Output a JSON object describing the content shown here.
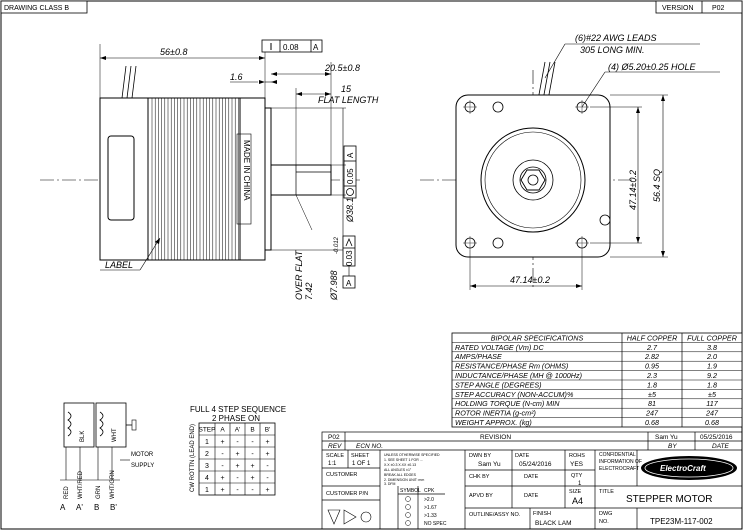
{
  "header": {
    "drawing_class": "DRAWING CLASS B",
    "version_label": "VERSION",
    "version_value": "P02"
  },
  "side_view": {
    "dim_length": "56±0.8",
    "dim_shaft": "20.5±0.8",
    "dim_flat": "15",
    "flat_length_label": "FLAT LENGTH",
    "dim_pilot": "1.6",
    "flatness_value": "0.08",
    "datum_a": "A",
    "made_in": "MADE IN CHINA",
    "pilot_dia": "Ø38.1±0.05",
    "pilot_tol": "0.05",
    "shaft_dia": "Ø7.988",
    "shaft_dia_tol": "-0.012",
    "shaft_tol": "0.03",
    "flat_dim": "7.42",
    "over_flat": "OVER FLAT",
    "label_tag": "LABEL"
  },
  "front_view": {
    "leads": "(6)#22 AWG LEADS",
    "leads_len": "305 LONG MIN.",
    "holes": "(4) Ø5.20±0.25 HOLE",
    "bolt_circle": "47.14±0.2",
    "square": "56.4 SQ",
    "bottom_dim": "47.14±0.2"
  },
  "specs": {
    "headers": [
      "BIPOLAR SPECIFICATIONS",
      "HALF COPPER",
      "FULL COPPER"
    ],
    "rows": [
      {
        "label": "RATED VOLTAGE (Vm) DC",
        "half": "2.7",
        "full": "3.8"
      },
      {
        "label": "AMPS/PHASE",
        "half": "2.82",
        "full": "2.0"
      },
      {
        "label": "RESISTANCE/PHASE Rm (OHMS)",
        "half": "0.95",
        "full": "1.9"
      },
      {
        "label": "INDUCTANCE/PHASE (MH @ 1000Hz)",
        "half": "2.3",
        "full": "9.2"
      },
      {
        "label": "STEP ANGLE (DEGREES)",
        "half": "1.8",
        "full": "1.8"
      },
      {
        "label": "STEP ACCURACY (NON-ACCUM)%",
        "half": "±5",
        "full": "±5"
      },
      {
        "label": "HOLDING TORQUE (N-cm) MIN",
        "half": "81",
        "full": "117"
      },
      {
        "label": "ROTOR INERTIA (g-cm²)",
        "half": "247",
        "full": "247"
      },
      {
        "label": "WEIGHT APPROX. (kg)",
        "half": "0.68",
        "full": "0.68"
      }
    ]
  },
  "sequence": {
    "title1": "FULL 4 STEP SEQUENCE",
    "title2": "2 PHASE ON",
    "side_label": "CW ROTTN (LEAD END)",
    "headers": [
      "STEP",
      "A",
      "A'",
      "B",
      "B'"
    ],
    "rows": [
      [
        "1",
        "+",
        "-",
        "-",
        "+"
      ],
      [
        "2",
        "-",
        "+",
        "-",
        "+"
      ],
      [
        "3",
        "-",
        "+",
        "+",
        "-"
      ],
      [
        "4",
        "+",
        "-",
        "+",
        "-"
      ],
      [
        "1",
        "+",
        "-",
        "-",
        "+"
      ]
    ]
  },
  "wiring": {
    "blk": "BLK",
    "wht": "WHT",
    "motor_supply1": "MOTOR",
    "motor_supply2": "SUPPLY",
    "wires": [
      "RED",
      "WHT/RED",
      "GRN",
      "WHT/GRN"
    ],
    "terminals": [
      "A",
      "A'",
      "B",
      "B'"
    ]
  },
  "title_block": {
    "rev_val": "P02",
    "revision_label": "REVISION",
    "rev_by": "Sam Yu",
    "rev_date": "05/25/2016",
    "rev_label": "REV",
    "ecn_label": "ECN NO.",
    "by_label": "BY",
    "date_label": "DATE",
    "scale_label": "SCALE",
    "scale_val": "1:1",
    "sheet_label": "SHEET",
    "sheet_val": "1 OF 1",
    "dwn_by_label": "DWN BY",
    "dwn_by": "Sam Yu",
    "dwn_date_label": "DATE",
    "dwn_date": "05/24/2016",
    "rohs_label": "ROHS",
    "rohs_val": "YES",
    "chk_label": "CHK BY",
    "chk_date_label": "DATE",
    "qty_label": "QTY",
    "qty_val": "1",
    "apvd_label": "APVD BY",
    "apvd_date_label": "DATE",
    "size_label": "SIZE",
    "size_val": "A4",
    "title_label": "TITLE",
    "title_val": "STEPPER MOTOR",
    "customer_label": "CUSTOMER",
    "customer_pn_label": "CUSTOMER P/N",
    "confidential1": "CONFIDENTIAL",
    "confidential2": "INFORMATION OF",
    "confidential3": "ELECTROCRAFT",
    "logo": "ElectroCraft",
    "outline_label": "OUTLINE/ASSY NO.",
    "finish_label": "FINISH",
    "finish_val": "BLACK LAM",
    "dwg_label": "DWG",
    "dwg_no_label": "NO.",
    "dwg_val": "TPE23M-117-002",
    "symbol_label": "SYMBOL",
    "cpk_label": "CPK",
    "cpk_vals": [
      ">2.0",
      ">1.67",
      ">1.33",
      "NO SPEC"
    ],
    "tolerance_notes": [
      "UNLESS OTHERWISE SPECIFIED",
      "1. SEE SHEET 1 FOR ...",
      "X.X ±0.3  X.XX ±0.13",
      "ALL ANGLES ±1°",
      "BREAK ALL EDGES",
      "2. DIMENSION UNIT: mm",
      "3. DFM"
    ]
  }
}
